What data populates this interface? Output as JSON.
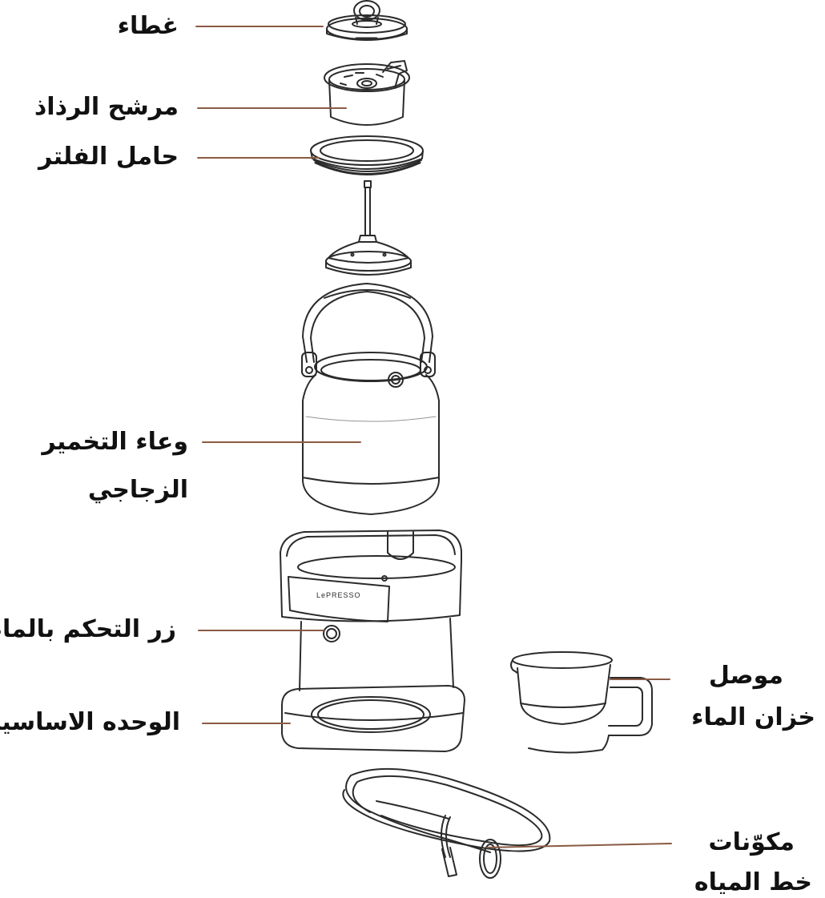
{
  "labels": {
    "lid": "غطاء",
    "shower_filter": "مرشح الرذاذ",
    "filter_holder": "حامل الفلتر",
    "glass_brew_vessel_line1": "وعاء التخمير",
    "glass_brew_vessel_line2": "الزجاجي",
    "water_control_knob": "زر التحكم بالماء",
    "base_unit": "الوحده الاساسيه",
    "water_tank_connector_line1": "موصل",
    "water_tank_connector_line2": "خزان الماء",
    "water_line_components_line1": "مكوّنات",
    "water_line_components_line2": "خط المياه"
  },
  "brand_text": "LePRESSO",
  "colors": {
    "leader_line": "#8a5a44",
    "outline": "#2b2b2b",
    "text": "#111111"
  }
}
